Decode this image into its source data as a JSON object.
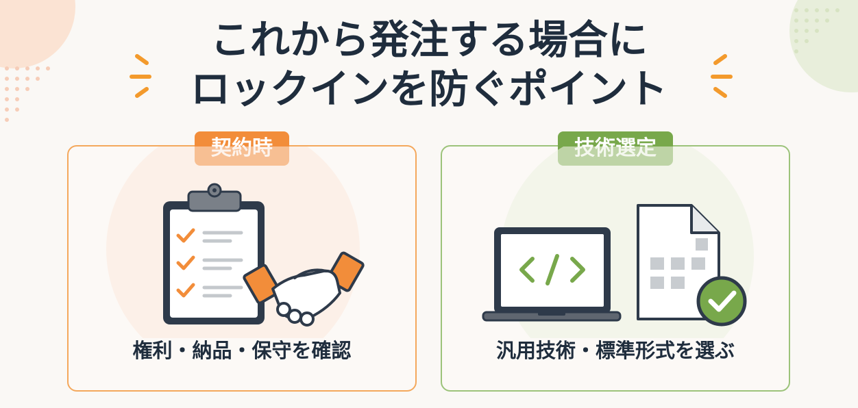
{
  "title": {
    "line1": "これから発注する場合に",
    "line2": "ロックインを防ぐポイント"
  },
  "cards": [
    {
      "badge": "契約時",
      "caption": "権利・納品・保守を確認",
      "icons": [
        "clipboard-checklist-icon",
        "handshake-icon"
      ],
      "accent": "#f28d3a"
    },
    {
      "badge": "技術選定",
      "caption": "汎用技術・標準形式を選ぶ",
      "icons": [
        "laptop-code-icon",
        "document-icon",
        "check-circle-icon"
      ],
      "accent": "#78a84b"
    }
  ],
  "colors": {
    "title_text": "#1f2d3d",
    "orange": "#f28d3a",
    "green": "#78a84b",
    "background": "#faf8f5"
  }
}
